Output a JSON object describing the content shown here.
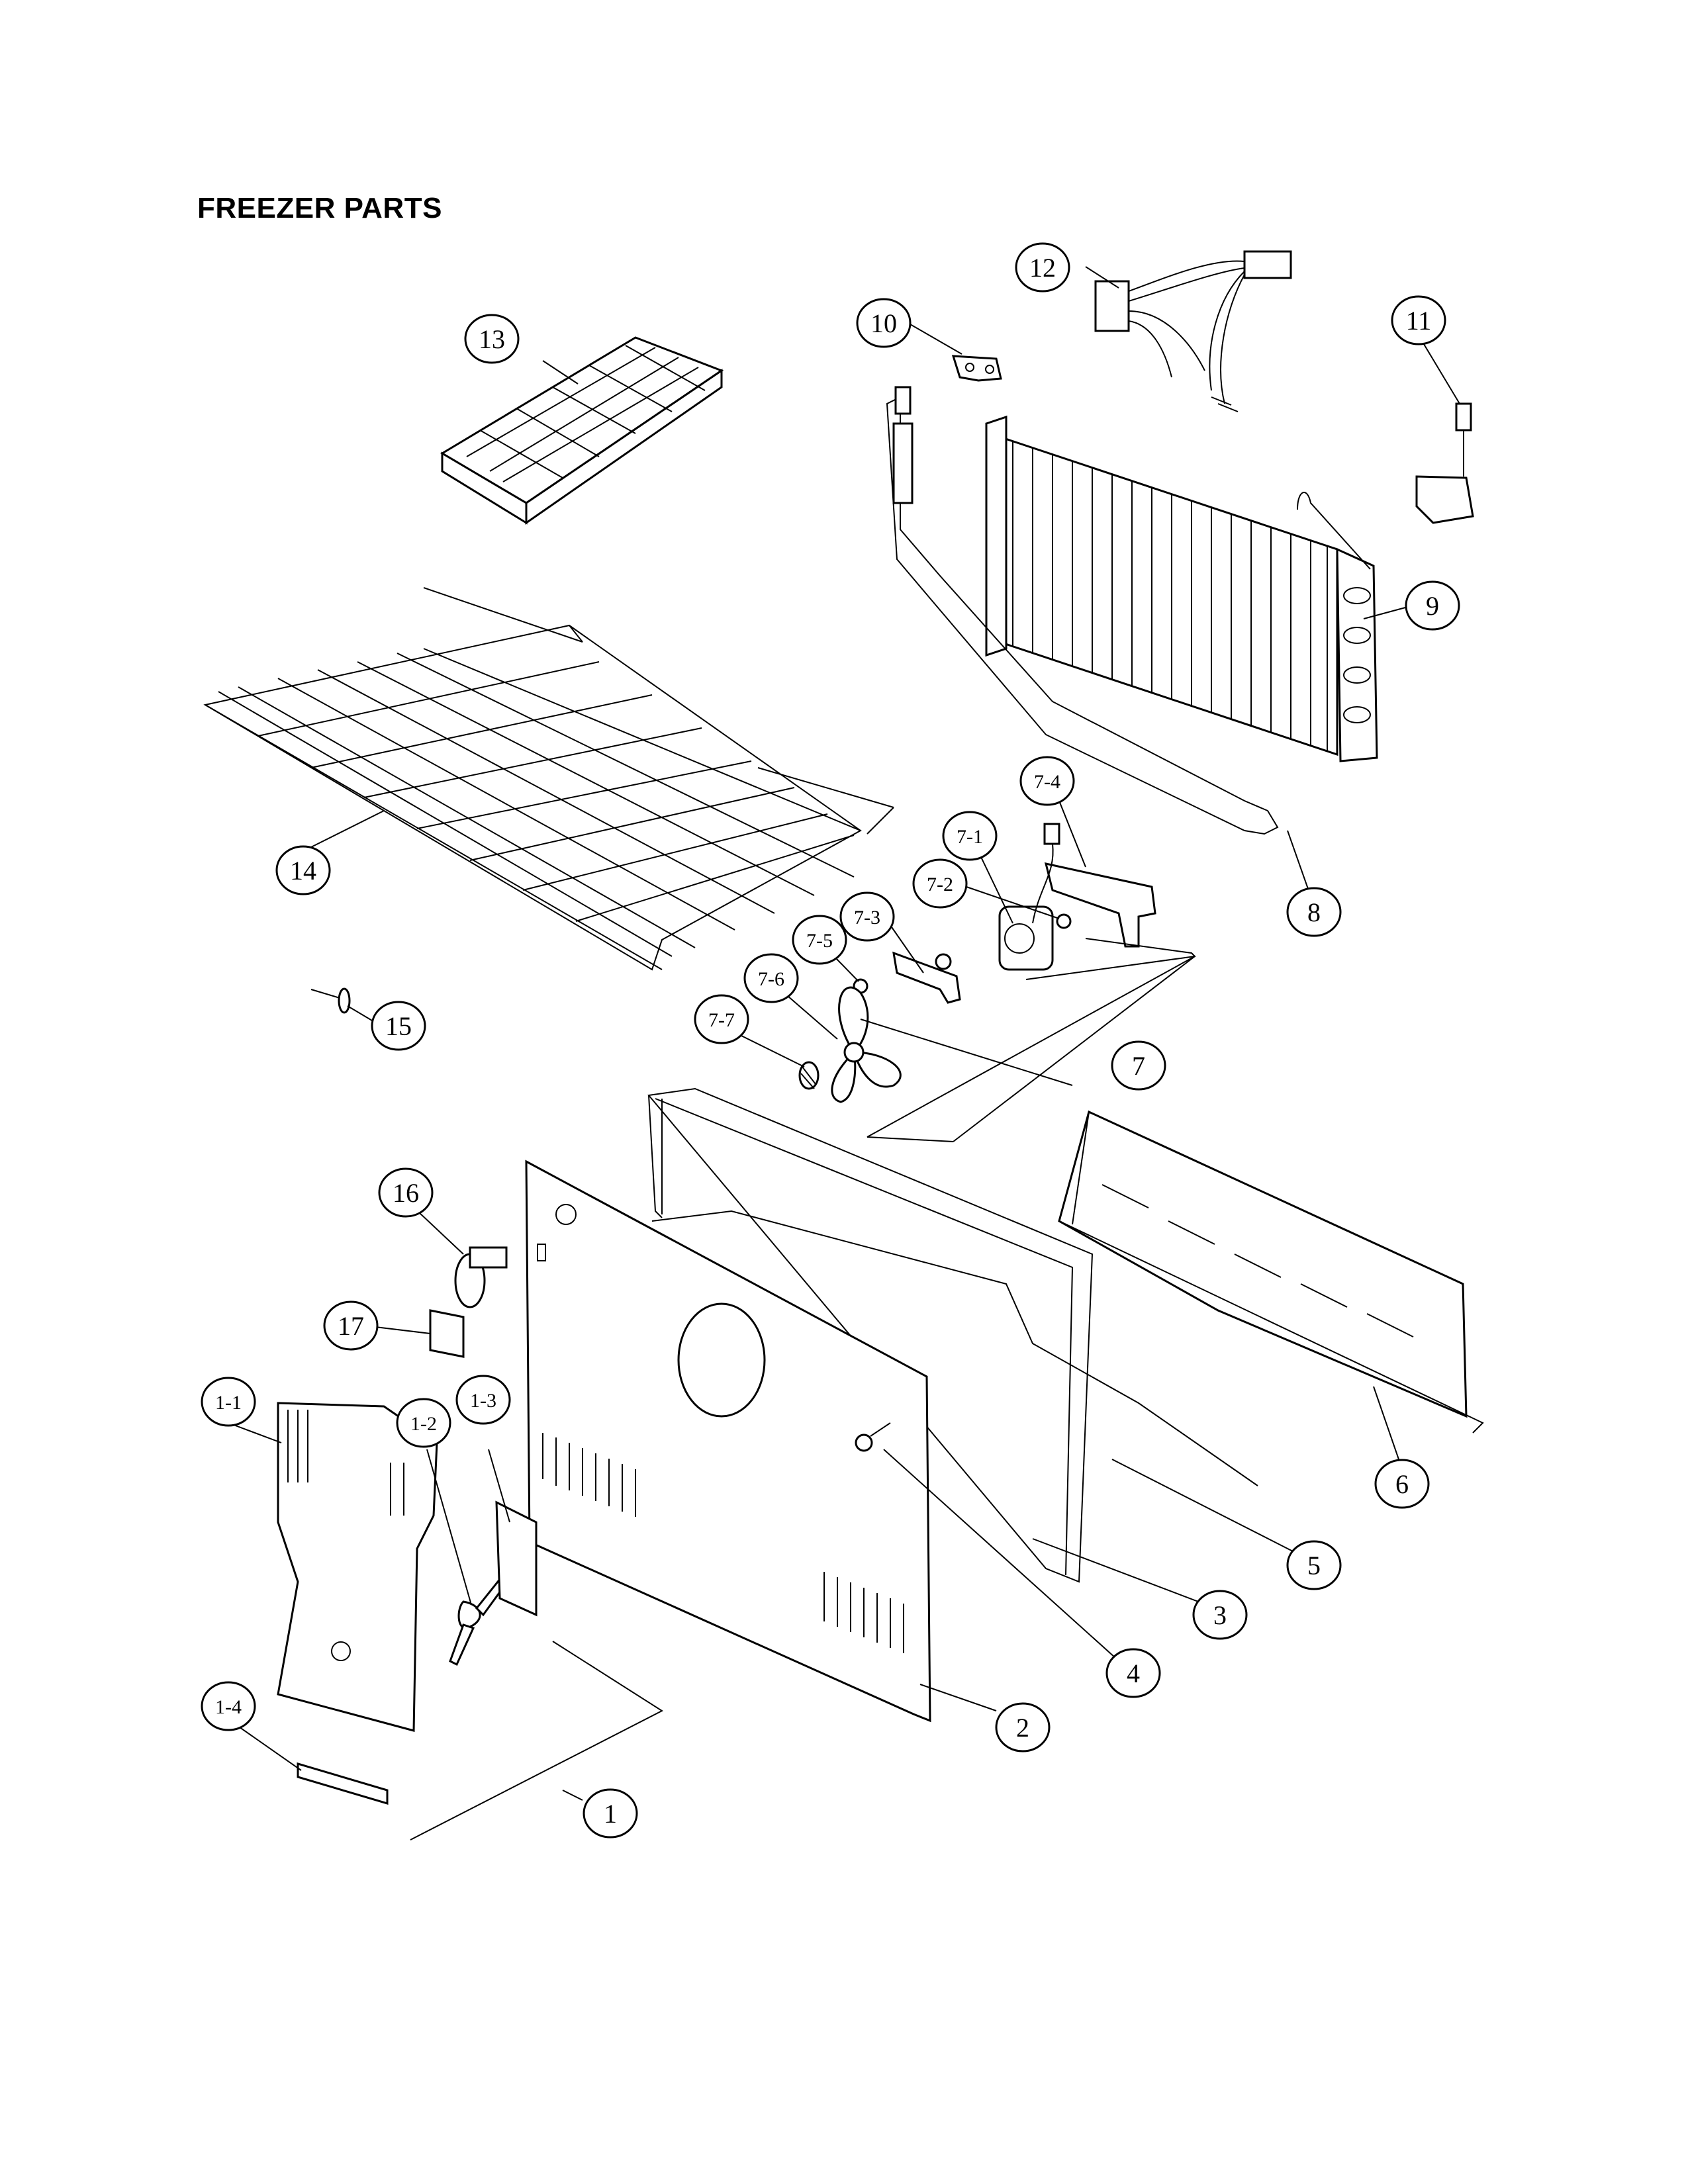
{
  "title": "FREEZER PARTS",
  "callouts": [
    {
      "id": "12",
      "label": "12"
    },
    {
      "id": "10",
      "label": "10"
    },
    {
      "id": "11",
      "label": "11"
    },
    {
      "id": "13",
      "label": "13"
    },
    {
      "id": "9",
      "label": "9"
    },
    {
      "id": "14",
      "label": "14"
    },
    {
      "id": "7-4",
      "label": "7-4"
    },
    {
      "id": "7-1",
      "label": "7-1"
    },
    {
      "id": "7-2",
      "label": "7-2"
    },
    {
      "id": "7-3",
      "label": "7-3"
    },
    {
      "id": "7-5",
      "label": "7-5"
    },
    {
      "id": "7-6",
      "label": "7-6"
    },
    {
      "id": "7-7",
      "label": "7-7"
    },
    {
      "id": "8",
      "label": "8"
    },
    {
      "id": "7",
      "label": "7"
    },
    {
      "id": "15",
      "label": "15"
    },
    {
      "id": "16",
      "label": "16"
    },
    {
      "id": "17",
      "label": "17"
    },
    {
      "id": "1-1",
      "label": "1-1"
    },
    {
      "id": "1-2",
      "label": "1-2"
    },
    {
      "id": "1-3",
      "label": "1-3"
    },
    {
      "id": "6",
      "label": "6"
    },
    {
      "id": "5",
      "label": "5"
    },
    {
      "id": "3",
      "label": "3"
    },
    {
      "id": "4",
      "label": "4"
    },
    {
      "id": "2",
      "label": "2"
    },
    {
      "id": "1-4",
      "label": "1-4"
    },
    {
      "id": "1",
      "label": "1"
    }
  ]
}
